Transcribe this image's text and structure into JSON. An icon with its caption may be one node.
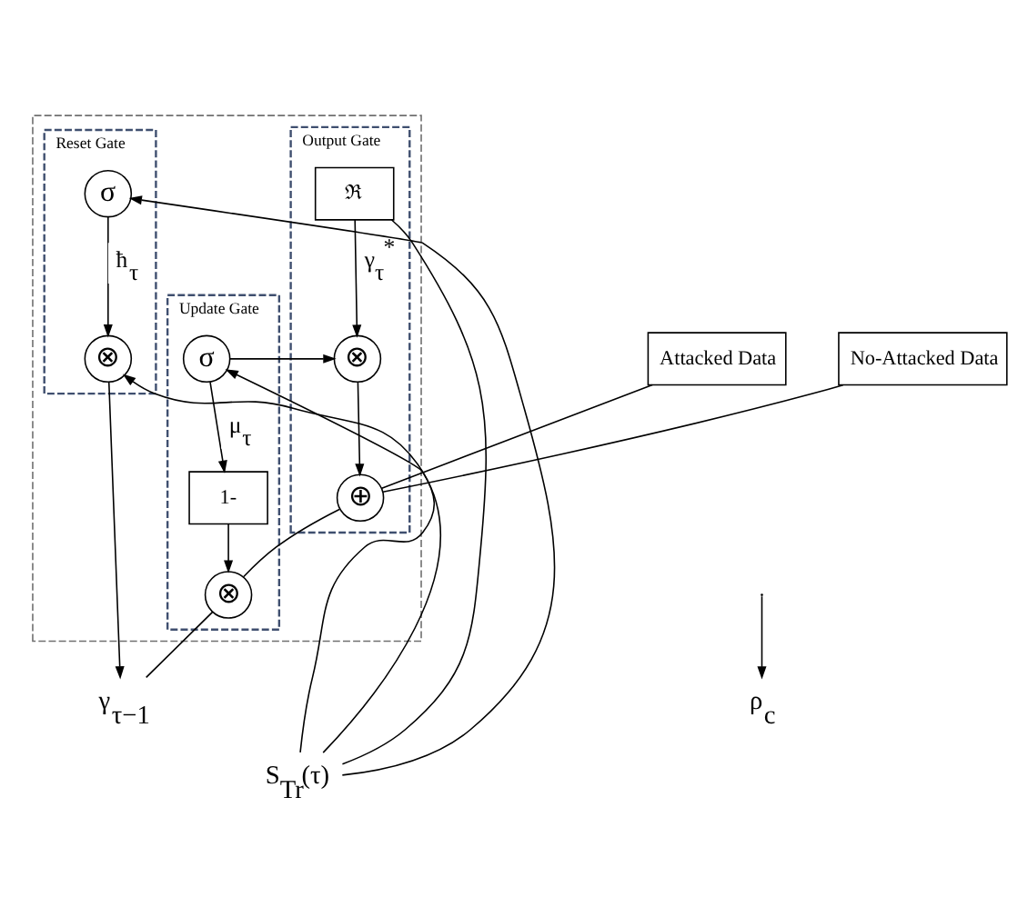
{
  "diagram": {
    "nodes": [
      {
        "text": [],
        "shape": "box"
      },
      {
        "text": [
          "Output Gate"
        ],
        "in": 0
      },
      {
        "text": [
          "Update Gate"
        ],
        "in": 0
      },
      {
        "text": [
          "Reset Gate"
        ],
        "in": 0
      },
      {
        "text": [
          "Attacked Data"
        ]
      },
      {
        "text": [
          "No-Attacked Data"
        ]
      },
      {
        "text": [
          "⊕"
        ],
        "in": 1
      },
      {
        "text": [
          "⊗"
        ],
        "in": 1
      },
      {
        "text": [
          "ℜ"
        ],
        "in": 1
      },
      {
        "text": [
          "⊗"
        ],
        "in": 2
      },
      {
        "text": [
          "1-"
        ],
        "in": 2
      },
      {
        "text": [
          "σ"
        ],
        "in": 2
      },
      {
        "text": [
          "σ"
        ],
        "in": 3
      },
      {
        "text": [
          "⊗"
        ],
        "in": 3
      },
      {
        "text": [
          "ρ$_{c}$"
        ]
      },
      {
        "text": [
          "γ$_{τ−1}$"
        ]
      },
      {
        "text": [
          "S$_{Tr}$(τ)"
        ]
      }
    ],
    "edges": [
      {
        "from": 4,
        "to": 6,
        "arrow": "none"
      },
      {
        "from": 5,
        "to": 6,
        "arrow": "none"
      },
      {
        "from": null,
        "to": 14,
        "arrow": "to"
      },
      {
        "from": 16,
        "to": 8,
        "arrow": "none"
      },
      {
        "from": 8,
        "to": 7,
        "arrow": "to",
        "label": "γ$_{τ}$$^{*}$"
      },
      {
        "from": 7,
        "to": 6,
        "arrow": "to"
      },
      {
        "from": 16,
        "to": 11,
        "arrow": "to"
      },
      {
        "from": 11,
        "to": 10,
        "arrow": "to",
        "label": "μ$_{τ}$"
      },
      {
        "from": 11,
        "to": 7,
        "arrow": "to"
      },
      {
        "from": 10,
        "to": 9,
        "arrow": "to"
      },
      {
        "from": 6,
        "to": 9,
        "arrow": "none"
      },
      {
        "from": 16,
        "to": 12,
        "arrow": "to"
      },
      {
        "from": 12,
        "to": 13,
        "arrow": "to",
        "label": "ħ$_{τ}$"
      },
      {
        "from": 16,
        "to": 13,
        "arrow": "to"
      },
      {
        "from": 13,
        "to": 15,
        "arrow": "to"
      },
      {
        "from": 9,
        "to": 15,
        "arrow": "none"
      }
    ]
  }
}
